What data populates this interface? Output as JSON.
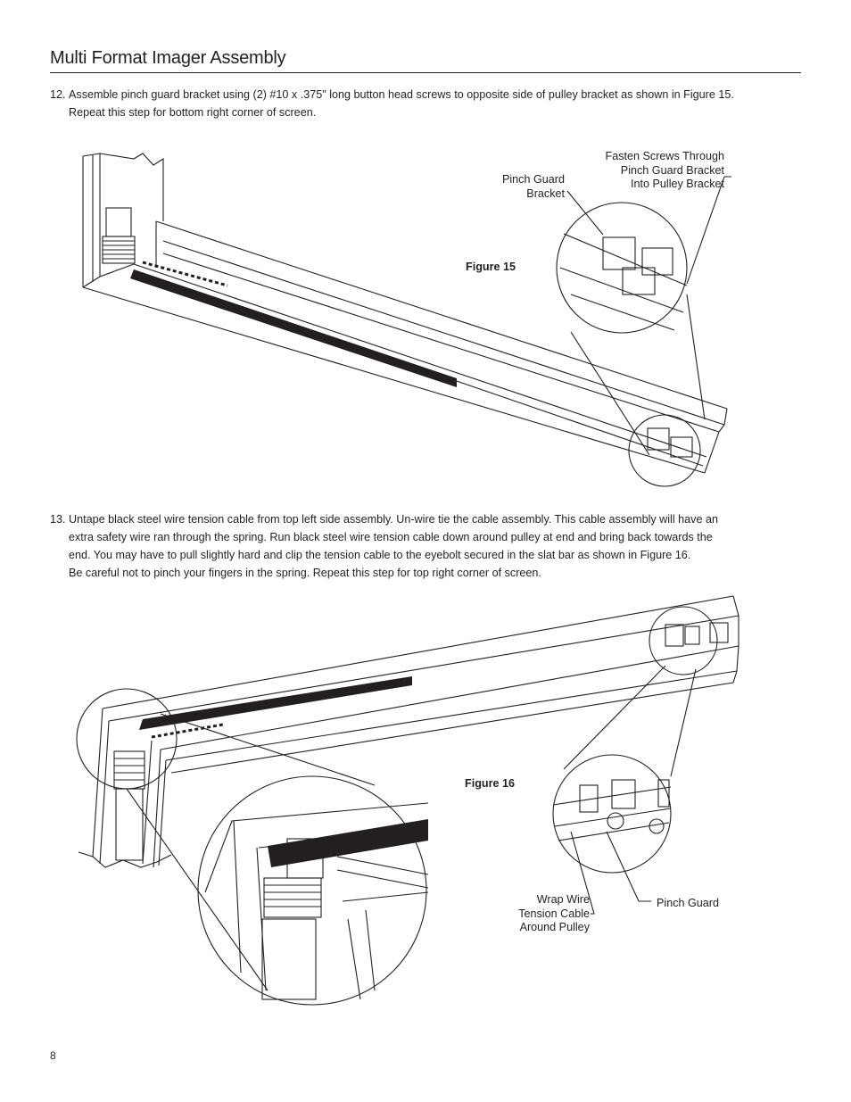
{
  "header": {
    "title": "Multi Format Imager Assembly"
  },
  "steps": [
    {
      "number": "12.",
      "lines": [
        "Assemble pinch guard bracket using (2) #10 x .375\" long button head screws to opposite side of pulley bracket as shown in Figure 15.",
        "Repeat this step for bottom right corner of screen."
      ]
    },
    {
      "number": "13.",
      "lines": [
        "Untape black steel wire tension cable from top left side assembly. Un-wire tie the cable assembly. This cable assembly will have an",
        "extra safety wire ran through the spring. Run black steel wire tension cable down around pulley at end and bring back towards the",
        "end. You may have to pull slightly hard and clip the tension cable to the eyebolt secured in the slat bar as shown in Figure 16.",
        "Be careful not to pinch your fingers in the spring. Repeat this step for top right corner of screen."
      ]
    }
  ],
  "figure15": {
    "label": "Figure 15",
    "callouts": {
      "pinch_guard_bracket": [
        "Pinch Guard",
        "Bracket"
      ],
      "fasten_screws": [
        "Fasten Screws Through",
        "Pinch Guard Bracket",
        "Into Pulley Bracket"
      ]
    }
  },
  "figure16": {
    "label": "Figure 16",
    "callouts": {
      "wrap_wire": [
        "Wrap Wire",
        "Tension Cable",
        "Around Pulley"
      ],
      "pinch_guard": [
        "Pinch Guard"
      ]
    }
  },
  "footer": {
    "page_number": "8"
  }
}
